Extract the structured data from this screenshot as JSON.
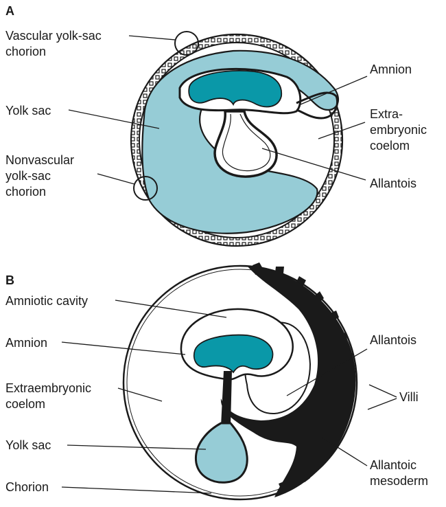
{
  "panel_a": {
    "letter": "A",
    "labels": {
      "vascular_1": "Vascular yolk-sac",
      "vascular_2": "chorion",
      "yolk_sac": "Yolk sac",
      "nonvascular_1": "Nonvascular",
      "nonvascular_2": "yolk-sac",
      "nonvascular_3": "chorion",
      "amnion": "Amnion",
      "extra_1": "Extra-",
      "extra_2": "embryonic",
      "extra_3": "coelom",
      "allantois": "Allantois"
    }
  },
  "panel_b": {
    "letter": "B",
    "labels": {
      "amniotic_cavity": "Amniotic cavity",
      "amnion": "Amnion",
      "extraembryonic_1": "Extraembryonic",
      "extraembryonic_2": "coelom",
      "yolk_sac": "Yolk sac",
      "chorion": "Chorion",
      "allantois": "Allantois",
      "villi": "Villi",
      "allantoic_1": "Allantoic",
      "allantoic_2": "mesoderm"
    }
  },
  "colors": {
    "yolk": "#96ccd6",
    "embryo": "#0a98a8",
    "tissue": "#1a1a1a",
    "background": "#ffffff"
  }
}
